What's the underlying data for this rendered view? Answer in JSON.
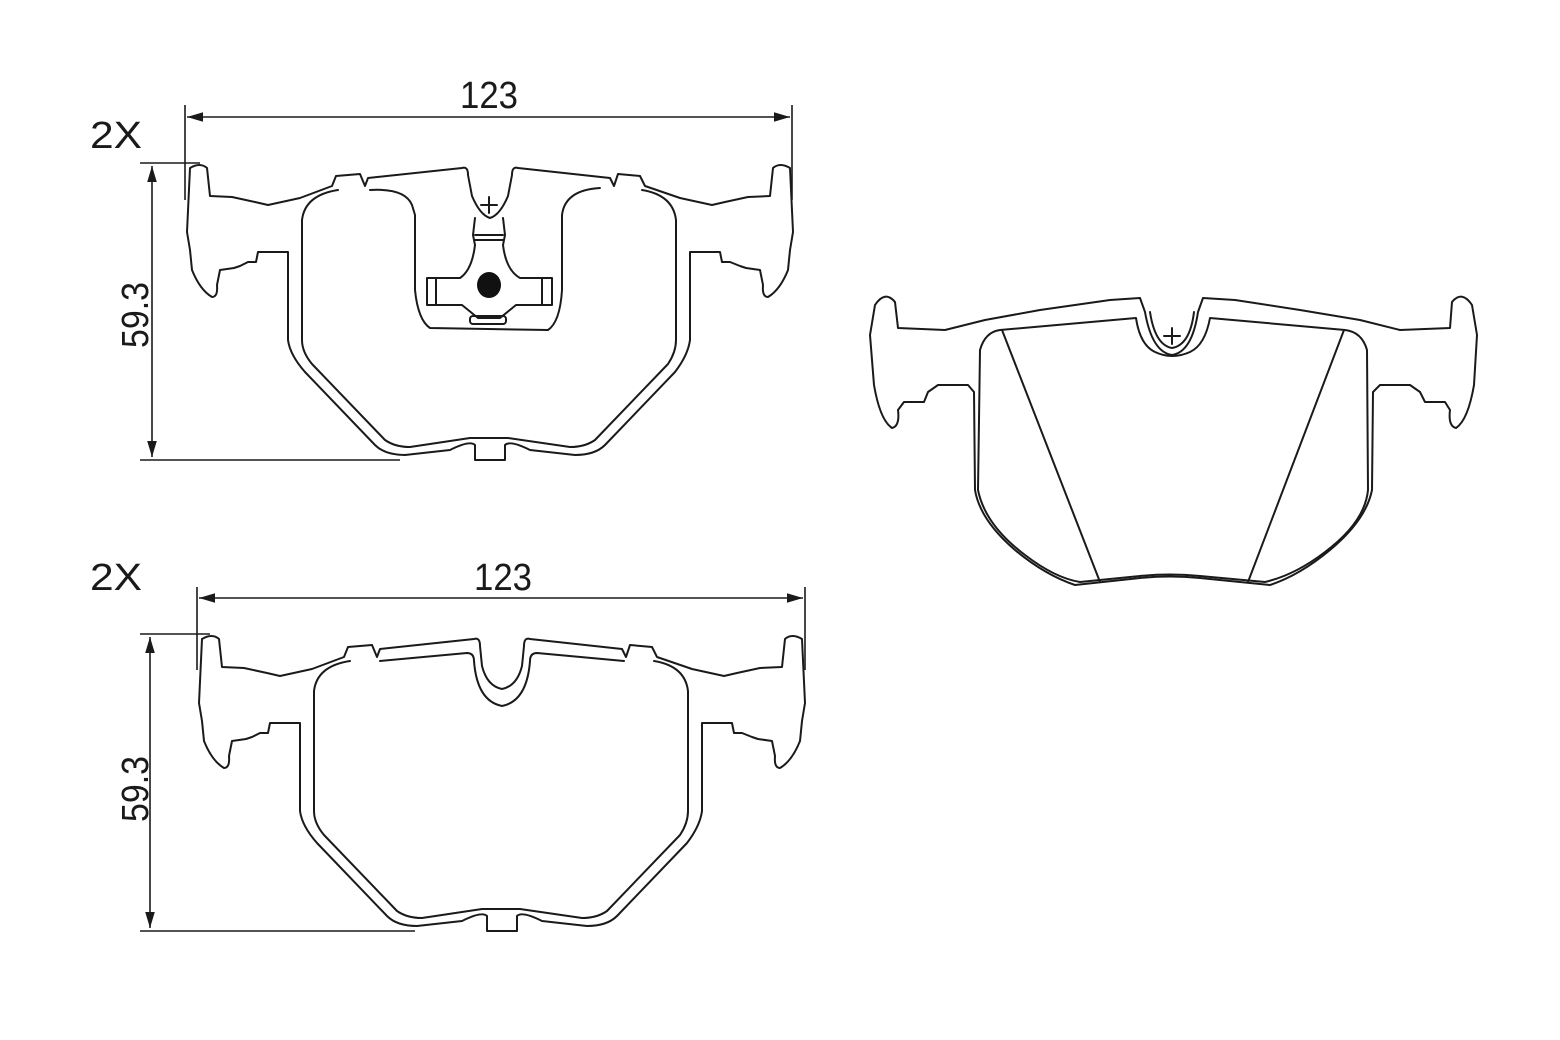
{
  "drawings": [
    {
      "quantity": "2X",
      "width_label": "123",
      "height_label": "59.3"
    },
    {
      "quantity": "2X",
      "width_label": "123",
      "height_label": "59.3"
    }
  ]
}
